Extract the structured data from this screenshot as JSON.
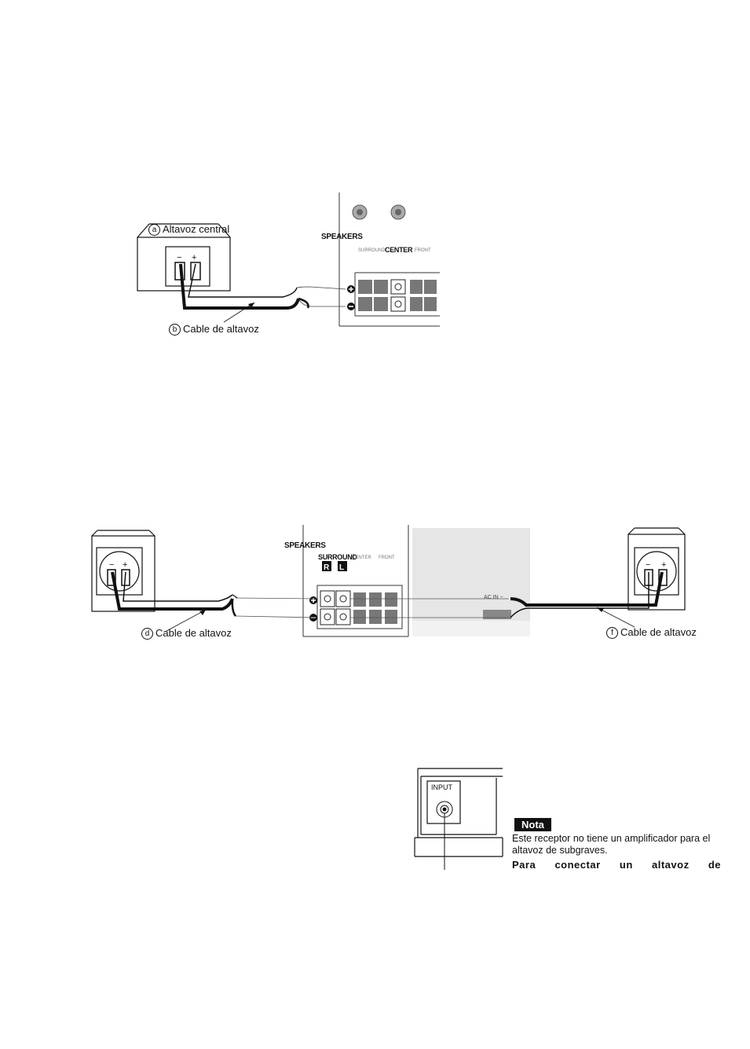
{
  "diagram1": {
    "speaker_label_letter": "a",
    "speaker_label": "Altavoz central",
    "cable_label_letter": "b",
    "cable_label": "Cable de altavoz",
    "panel_title": "SPEAKERS",
    "panel_center": "CENTER",
    "panel_surround": "SURROUND",
    "panel_front": "FRONT"
  },
  "diagram2": {
    "left_cable_letter": "d",
    "left_cable_label": "Cable de altavoz",
    "right_cable_letter": "f",
    "right_cable_label": "Cable de altavoz",
    "panel_title": "SPEAKERS",
    "panel_surround": "SURROUND",
    "panel_center": "CENTER",
    "panel_front": "FRONT",
    "ac_in": "AC IN ~"
  },
  "diagram3": {
    "input_label": "INPUT"
  },
  "note": {
    "badge": "Nota",
    "text": "Este receptor no tiene un amplificador para el altavoz de subgraves.",
    "bold_text": "Para conectar un altavoz de"
  }
}
